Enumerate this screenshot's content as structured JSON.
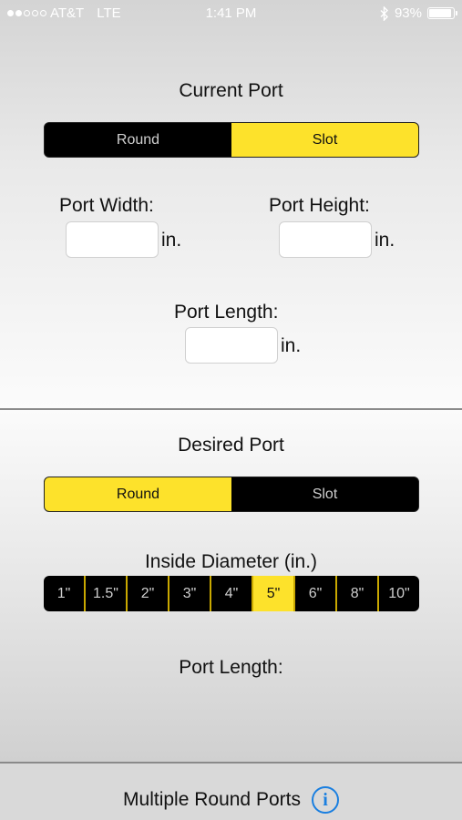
{
  "status_bar": {
    "signal_dots_filled": 2,
    "signal_dots_total": 5,
    "carrier": "AT&T",
    "network": "LTE",
    "time": "1:41 PM",
    "bluetooth_icon": "bluetooth-icon",
    "battery": "93%",
    "battery_level": 0.93
  },
  "current_port": {
    "title": "Current Port",
    "segments": [
      "Round",
      "Slot"
    ],
    "selected": "Slot",
    "width_label": "Port Width:",
    "width_value": "",
    "height_label": "Port Height:",
    "height_value": "",
    "length_label": "Port Length:",
    "length_value": "",
    "unit": "in."
  },
  "desired_port": {
    "title": "Desired Port",
    "segments": [
      "Round",
      "Slot"
    ],
    "selected": "Round",
    "diameter_label": "Inside Diameter (in.)",
    "diameters": [
      "1\"",
      "1.5\"",
      "2\"",
      "3\"",
      "4\"",
      "5\"",
      "6\"",
      "8\"",
      "10\""
    ],
    "selected_diameter": "5\"",
    "length_label": "Port Length:"
  },
  "footer": {
    "multiple_label": "Multiple Round Ports",
    "info_icon": "i"
  },
  "colors": {
    "accent_yellow": "#fde22b",
    "segment_black": "#000000",
    "info_blue": "#1a7fe0"
  }
}
